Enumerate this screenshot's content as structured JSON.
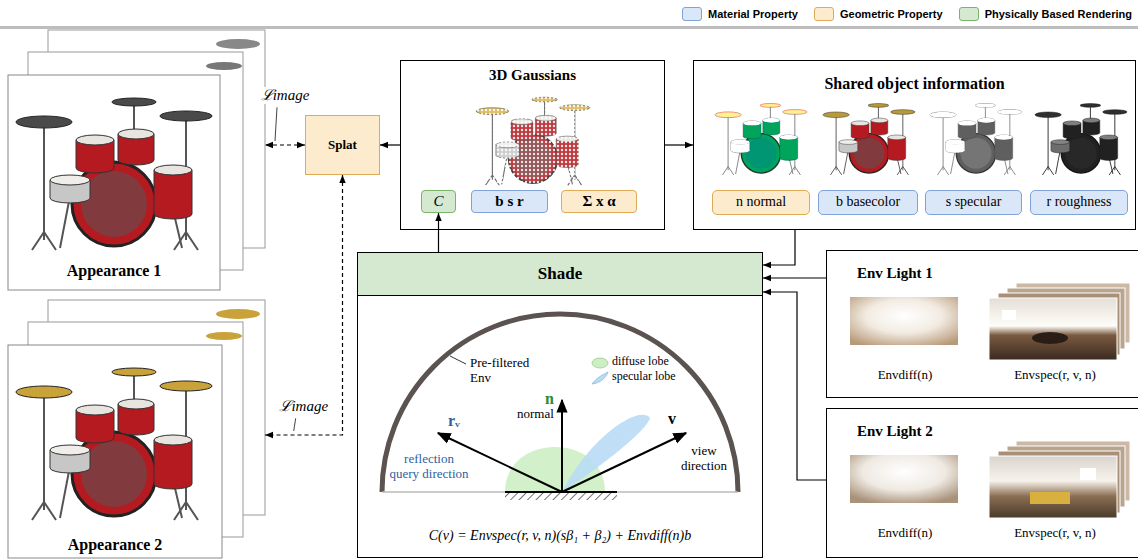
{
  "diagram": {
    "nodes": [
      {
        "text": [
          "Appearance 1"
        ]
      },
      {
        "text": [
          "Splat"
        ]
      },
      {
        "text": [
          "3D Gaussians"
        ]
      },
      {
        "text": [
          "C"
        ],
        "in": 2
      },
      {
        "text": [
          "b s r"
        ],
        "in": 2
      },
      {
        "text": [
          "Σ x α"
        ],
        "in": 2
      },
      {
        "text": [
          "Shared object information"
        ]
      },
      {
        "text": [
          "n normal"
        ],
        "in": 6
      },
      {
        "text": [
          "b basecolor"
        ],
        "in": 6
      },
      {
        "text": [
          "s specular"
        ],
        "in": 6
      },
      {
        "text": [
          "r roughness"
        ],
        "in": 6
      },
      {
        "text": [
          "Appearance 2"
        ]
      },
      {
        "text": [
          "Shade"
        ]
      },
      {
        "text": [
          "Env Light 1"
        ]
      },
      {
        "text": [
          "Env Light 2"
        ]
      }
    ],
    "edges": [
      {
        "from": 1,
        "to": 0,
        "arrow": "both",
        "label": "ℒimage"
      },
      {
        "from": 1,
        "to": 11,
        "arrow": "both",
        "label": "ℒimage"
      },
      {
        "from": 2,
        "to": 1,
        "arrow": "to"
      },
      {
        "from": 2,
        "to": 6,
        "arrow": "to"
      },
      {
        "from": 6,
        "to": 12,
        "arrow": "to"
      },
      {
        "from": 13,
        "to": 12,
        "arrow": "to"
      },
      {
        "from": 14,
        "to": 12,
        "arrow": "to"
      },
      {
        "from": 12,
        "to": 3,
        "arrow": "to"
      }
    ],
    "labels": [
      "Pre-filtered Env",
      "diffuse lobe",
      "specular lobe",
      "n",
      "normal",
      "rᵥ",
      "reflection query direction",
      "v",
      "view direction",
      "C(v) = Envspec(r, v, n)(sβ₁ + β₂) + Envdiff(n)b",
      "Envdiff(n)",
      "Envspec(r, v, n)",
      "Envdiff(n)",
      "Envspec(r, v, n)"
    ],
    "legend": [
      {
        "text": "Material Property",
        "color": "#dae7f8"
      },
      {
        "text": "Geometric Property",
        "color": "#fcebcd"
      },
      {
        "text": "Physically Based Rendering",
        "color": "#d5e9d0"
      }
    ]
  }
}
